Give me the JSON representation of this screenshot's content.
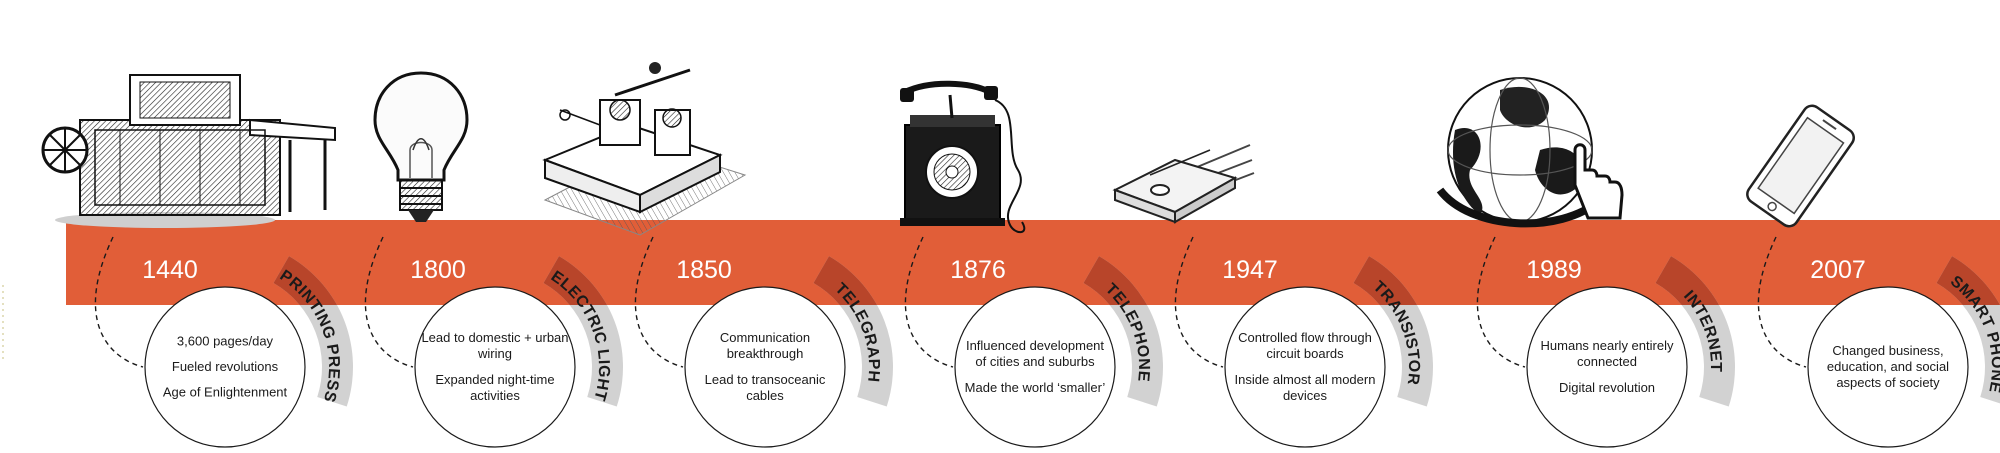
{
  "colors": {
    "band": "#E15E38",
    "band_dark": "#B8452A",
    "tab_gray": "#D2D2D2",
    "ink": "#1A1A1A",
    "year_text": "#FFFFFF"
  },
  "milestones": [
    {
      "year": "1440",
      "name": "PRINTING PRESS",
      "icon": "printing-press-icon",
      "facts": [
        "3,600 pages/day",
        "Fueled revolutions",
        "Age of Enlightenment"
      ]
    },
    {
      "year": "1800",
      "name": "ELECTRIC LIGHT",
      "icon": "light-bulb-icon",
      "facts": [
        "Lead to domestic + urban wiring",
        "Expanded night-time activities"
      ]
    },
    {
      "year": "1850",
      "name": "TELEGRAPH",
      "icon": "telegraph-key-icon",
      "facts": [
        "Communication breakthrough",
        "Lead to transoceanic cables"
      ]
    },
    {
      "year": "1876",
      "name": "TELEPHONE",
      "icon": "telephone-icon",
      "facts": [
        "Influenced development of cities and suburbs",
        "Made the world ‘smaller’"
      ]
    },
    {
      "year": "1947",
      "name": "TRANSISTOR",
      "icon": "transistor-icon",
      "facts": [
        "Controlled flow through circuit boards",
        "Inside almost all modern devices"
      ]
    },
    {
      "year": "1989",
      "name": "INTERNET",
      "icon": "globe-cursor-icon",
      "facts": [
        "Humans nearly entirely connected",
        "Digital revolution"
      ]
    },
    {
      "year": "2007",
      "name": "SMART PHONE",
      "icon": "smartphone-icon",
      "facts": [
        "Changed business, education, and social aspects of society"
      ]
    }
  ]
}
